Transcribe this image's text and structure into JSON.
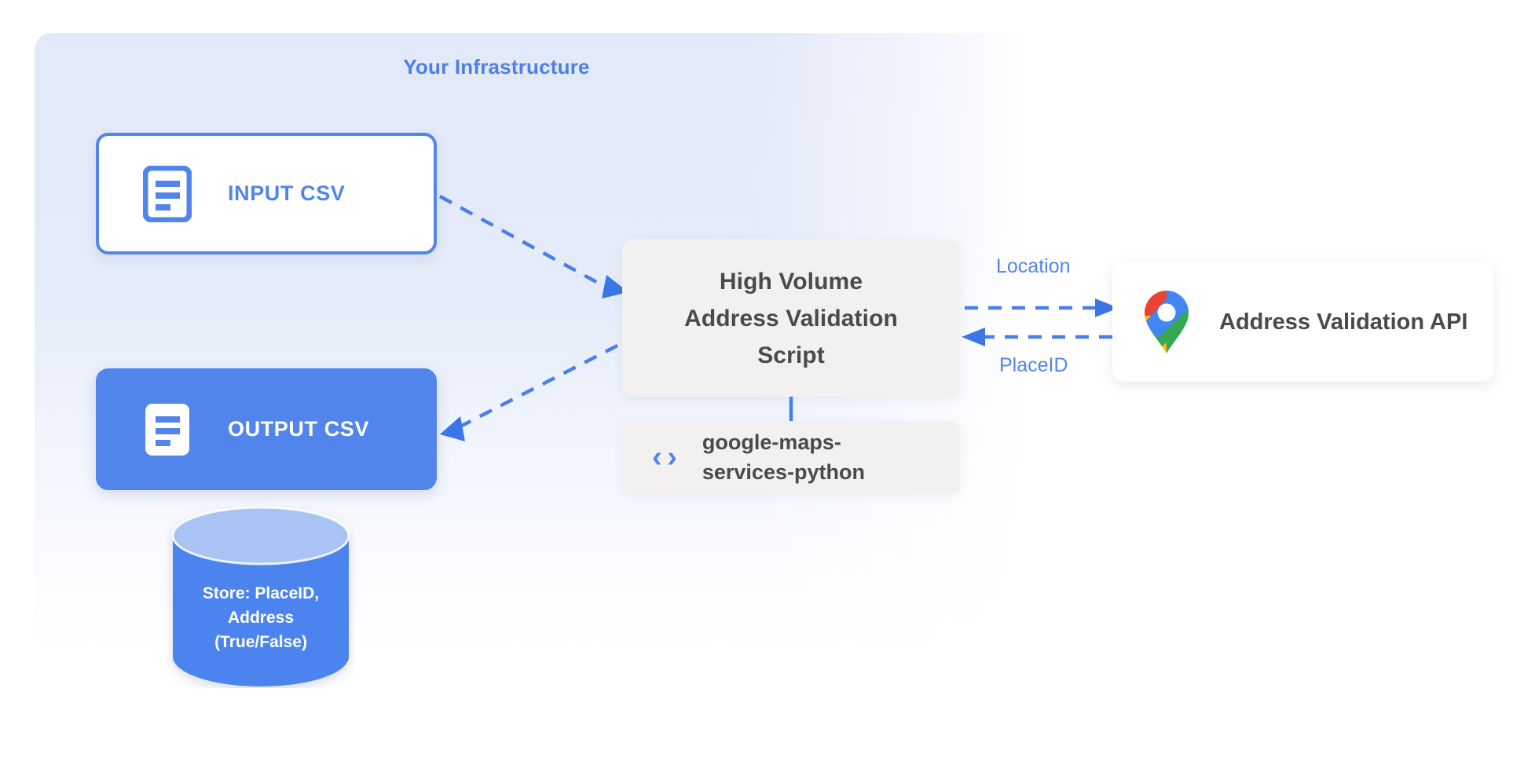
{
  "panel": {
    "title": "Your Infrastructure",
    "bg_color": "#e2e9f8"
  },
  "nodes": {
    "input_csv": {
      "label": "INPUT CSV",
      "icon": "document-lines-icon",
      "accent_color": "#5285ec",
      "style": "outlined"
    },
    "output_csv": {
      "label": "OUTPUT CSV",
      "icon": "document-lines-icon",
      "accent_color": "#5285ec",
      "style": "filled"
    },
    "script": {
      "lines": [
        "High Volume",
        "Address Validation",
        "Script"
      ],
      "bg_color": "#f2f1ef",
      "text_color": "#4a4a4a"
    },
    "library": {
      "lines": [
        "google-maps-",
        "services-python"
      ],
      "icon": "code-brackets-icon",
      "icon_glyph": "‹ ›",
      "bg_color": "#f2f1ef"
    },
    "api": {
      "label": "Address Validation API",
      "icon": "google-maps-pin-icon",
      "bg_color": "#ffffff"
    },
    "database": {
      "lines": [
        "Store: PlaceID,",
        "Address",
        "(True/False)"
      ],
      "body_color": "#4c84ef",
      "top_color": "#a8c3f4"
    }
  },
  "edges": [
    {
      "name": "input-to-script",
      "label": "",
      "style": "dashed",
      "direction": "forward"
    },
    {
      "name": "script-to-output",
      "label": "",
      "style": "dashed",
      "direction": "forward"
    },
    {
      "name": "script-to-api",
      "label": "Location",
      "style": "dashed",
      "direction": "forward"
    },
    {
      "name": "api-to-script",
      "label": "PlaceID",
      "style": "dashed",
      "direction": "backward"
    },
    {
      "name": "script-to-library",
      "label": "",
      "style": "solid",
      "direction": "none"
    }
  ],
  "edge_labels": {
    "location": "Location",
    "placeid": "PlaceID"
  },
  "colors": {
    "accent_blue": "#5285ec",
    "panel_blue": "#e2e9f8",
    "card_gray": "#f2f1ef",
    "text_dark": "#4a4a4a",
    "maps_blue": "#4285f4",
    "maps_red": "#ea4335",
    "maps_yellow": "#fbbc04",
    "maps_green": "#34a853"
  }
}
